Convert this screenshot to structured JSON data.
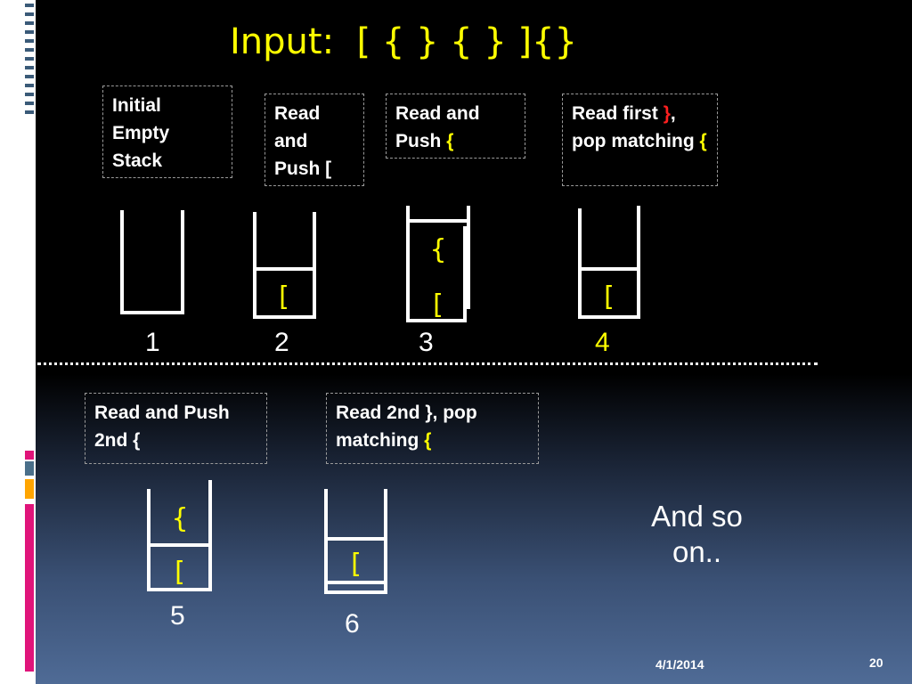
{
  "slide": {
    "title_label": "Input:",
    "title_value": "[ { } { } ]{}",
    "page_number": "20",
    "date": "4/1/2014",
    "and_so_on": "And so on.."
  },
  "steps": [
    {
      "caption": "Initial Empty Stack",
      "number": "1",
      "stack": []
    },
    {
      "caption": "Read and Push [",
      "number": "2",
      "stack": [
        "["
      ]
    },
    {
      "caption_text": "Read and Push ",
      "caption_highlight": "{",
      "number": "3",
      "stack": [
        "[",
        "{"
      ]
    },
    {
      "caption_text": "Read first ",
      "caption_red": "}",
      "caption_mid": ", pop matching ",
      "caption_highlight": "{",
      "number": "4",
      "stack": [
        "["
      ]
    },
    {
      "caption": "Read and Push 2nd {",
      "number": "5",
      "stack": [
        "[",
        "{"
      ]
    },
    {
      "caption_text": "Read 2nd }, pop matching ",
      "caption_highlight": "{",
      "number": "6",
      "stack": [
        "["
      ]
    }
  ],
  "colors": {
    "highlight": "#ffff00",
    "red": "#ff2020",
    "text": "#ffffff",
    "background_top": "#000000",
    "background_bottom": "#4f6b96",
    "accent_teal": "#4a6f8a",
    "accent_orange": "#ffa500",
    "accent_pink": "#e0147a"
  }
}
